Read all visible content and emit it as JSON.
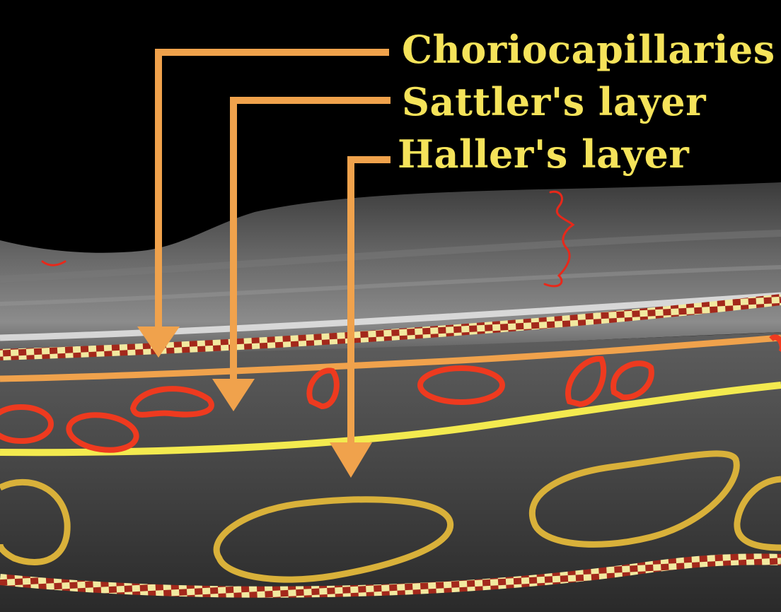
{
  "labels": {
    "choriocapillaries": "Choriocapillaries",
    "sattlers_layer": "Sattler's layer",
    "hallers_layer": "Haller's layer"
  },
  "colors": {
    "background": "#000000",
    "label_text": "#f5e35a",
    "arrow": "#f0a24c",
    "boundary_line": "#f0a24c",
    "sattler_boundary": "#f3ea4f",
    "dashed_dark": "#a3281b",
    "dashed_light": "#f2e9a0",
    "choriocapillaris_vessels": "#ee3a1f",
    "haller_vessels": "#d9b13a",
    "annotation_marks": "#e8281a"
  }
}
